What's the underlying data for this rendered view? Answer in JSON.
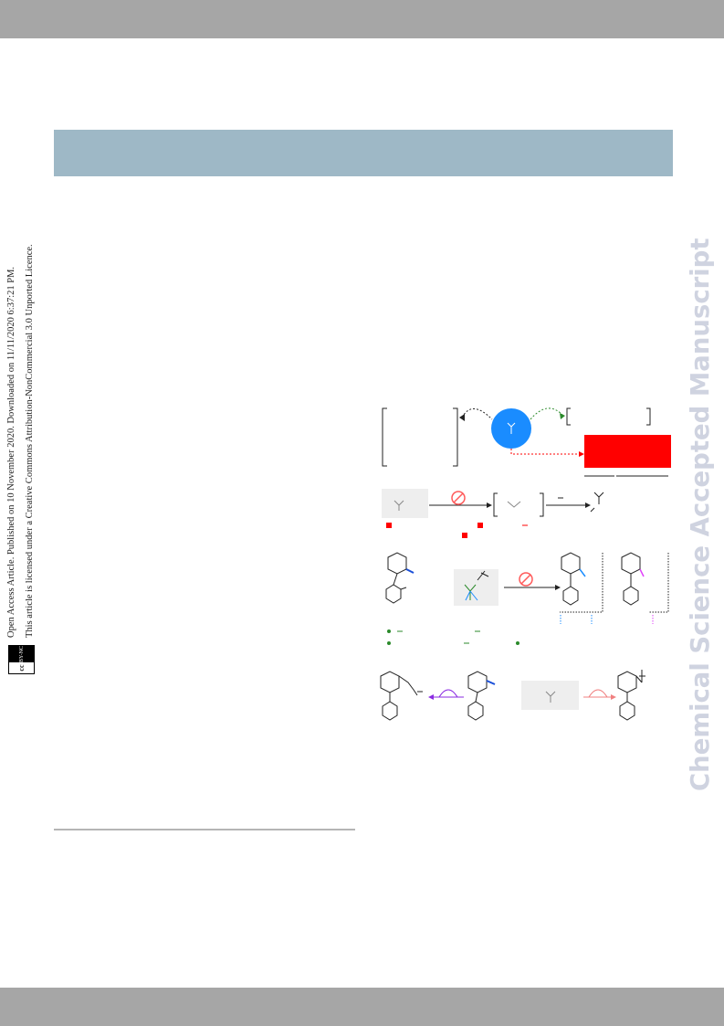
{
  "header": {
    "bar_color": "#a6a6a6"
  },
  "section_header": {
    "color": "#9eb8c6"
  },
  "side_notice": {
    "line1": "Open Access Article. Published on 10 November 2020. Downloaded on 11/11/2020 6:37:21 PM.",
    "line2": "This article is licensed under a Creative Commons Attribution-NonCommercial 3.0 Unported Licence.",
    "badge_cc": "cc",
    "badge_label": "BY-NC"
  },
  "watermark": {
    "text": "Chemical Science Accepted Manuscript"
  },
  "scheme": {
    "accent_red": "#ff0000",
    "accent_blue": "#1a8cff",
    "accent_green": "#2b8a2b",
    "accent_purple": "#8a2be2",
    "accent_pink": "#f08080"
  }
}
